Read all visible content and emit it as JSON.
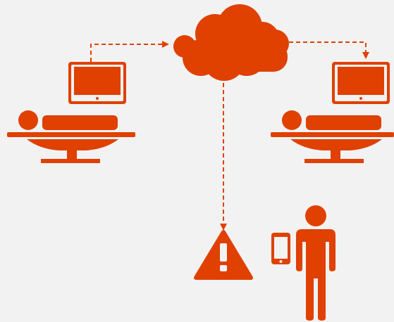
{
  "diagram": {
    "accent_color": "#e04000",
    "background_color": "#f2f2f2",
    "nodes": [
      {
        "id": "cloud",
        "icon": "cloud-icon"
      },
      {
        "id": "left-station",
        "icons": [
          "monitor-icon",
          "patient-icon",
          "bed-icon"
        ]
      },
      {
        "id": "right-station",
        "icons": [
          "monitor-icon",
          "patient-icon",
          "bed-icon"
        ]
      },
      {
        "id": "alert",
        "icon": "warning-icon"
      },
      {
        "id": "clinician",
        "icons": [
          "person-icon",
          "smartphone-icon"
        ]
      }
    ],
    "edges": [
      {
        "from": "left-station",
        "to": "cloud",
        "style": "dashed-arrow"
      },
      {
        "from": "cloud",
        "to": "right-station",
        "style": "dashed-arrow"
      },
      {
        "from": "cloud",
        "to": "alert",
        "style": "dashed-arrow"
      }
    ]
  }
}
